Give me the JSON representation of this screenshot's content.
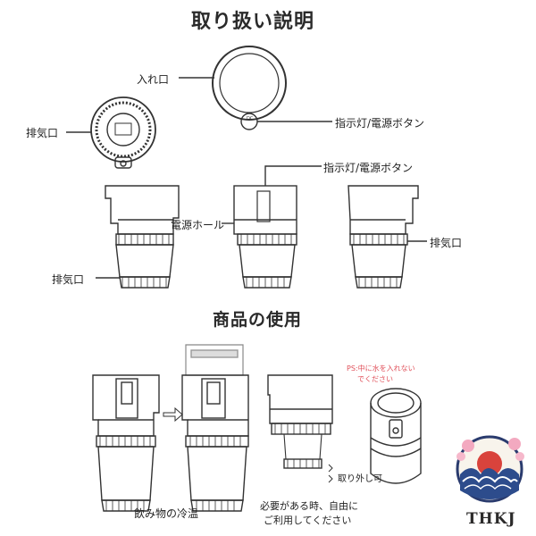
{
  "titles": {
    "manual": "取り扱い説明",
    "usage": "商品の使用"
  },
  "labels": {
    "inlet": "入れ口",
    "exhaust_top": "排気口",
    "indicator_top": "指示灯/電源ボタン",
    "indicator_mid": "指示灯/電源ボタン",
    "power_hole": "電源ホール",
    "exhaust_right": "排気口",
    "exhaust_left": "排気口"
  },
  "usage": {
    "caption_drink": "飲み物の冷温",
    "caption_note_line1": "必要がある時、自由に",
    "caption_note_line2": "ご利用してください",
    "removable": "取り外し可",
    "ps_line1": "PS:中に水を入れない",
    "ps_line2": "でください"
  },
  "logo": {
    "text": "THKJ"
  }
}
